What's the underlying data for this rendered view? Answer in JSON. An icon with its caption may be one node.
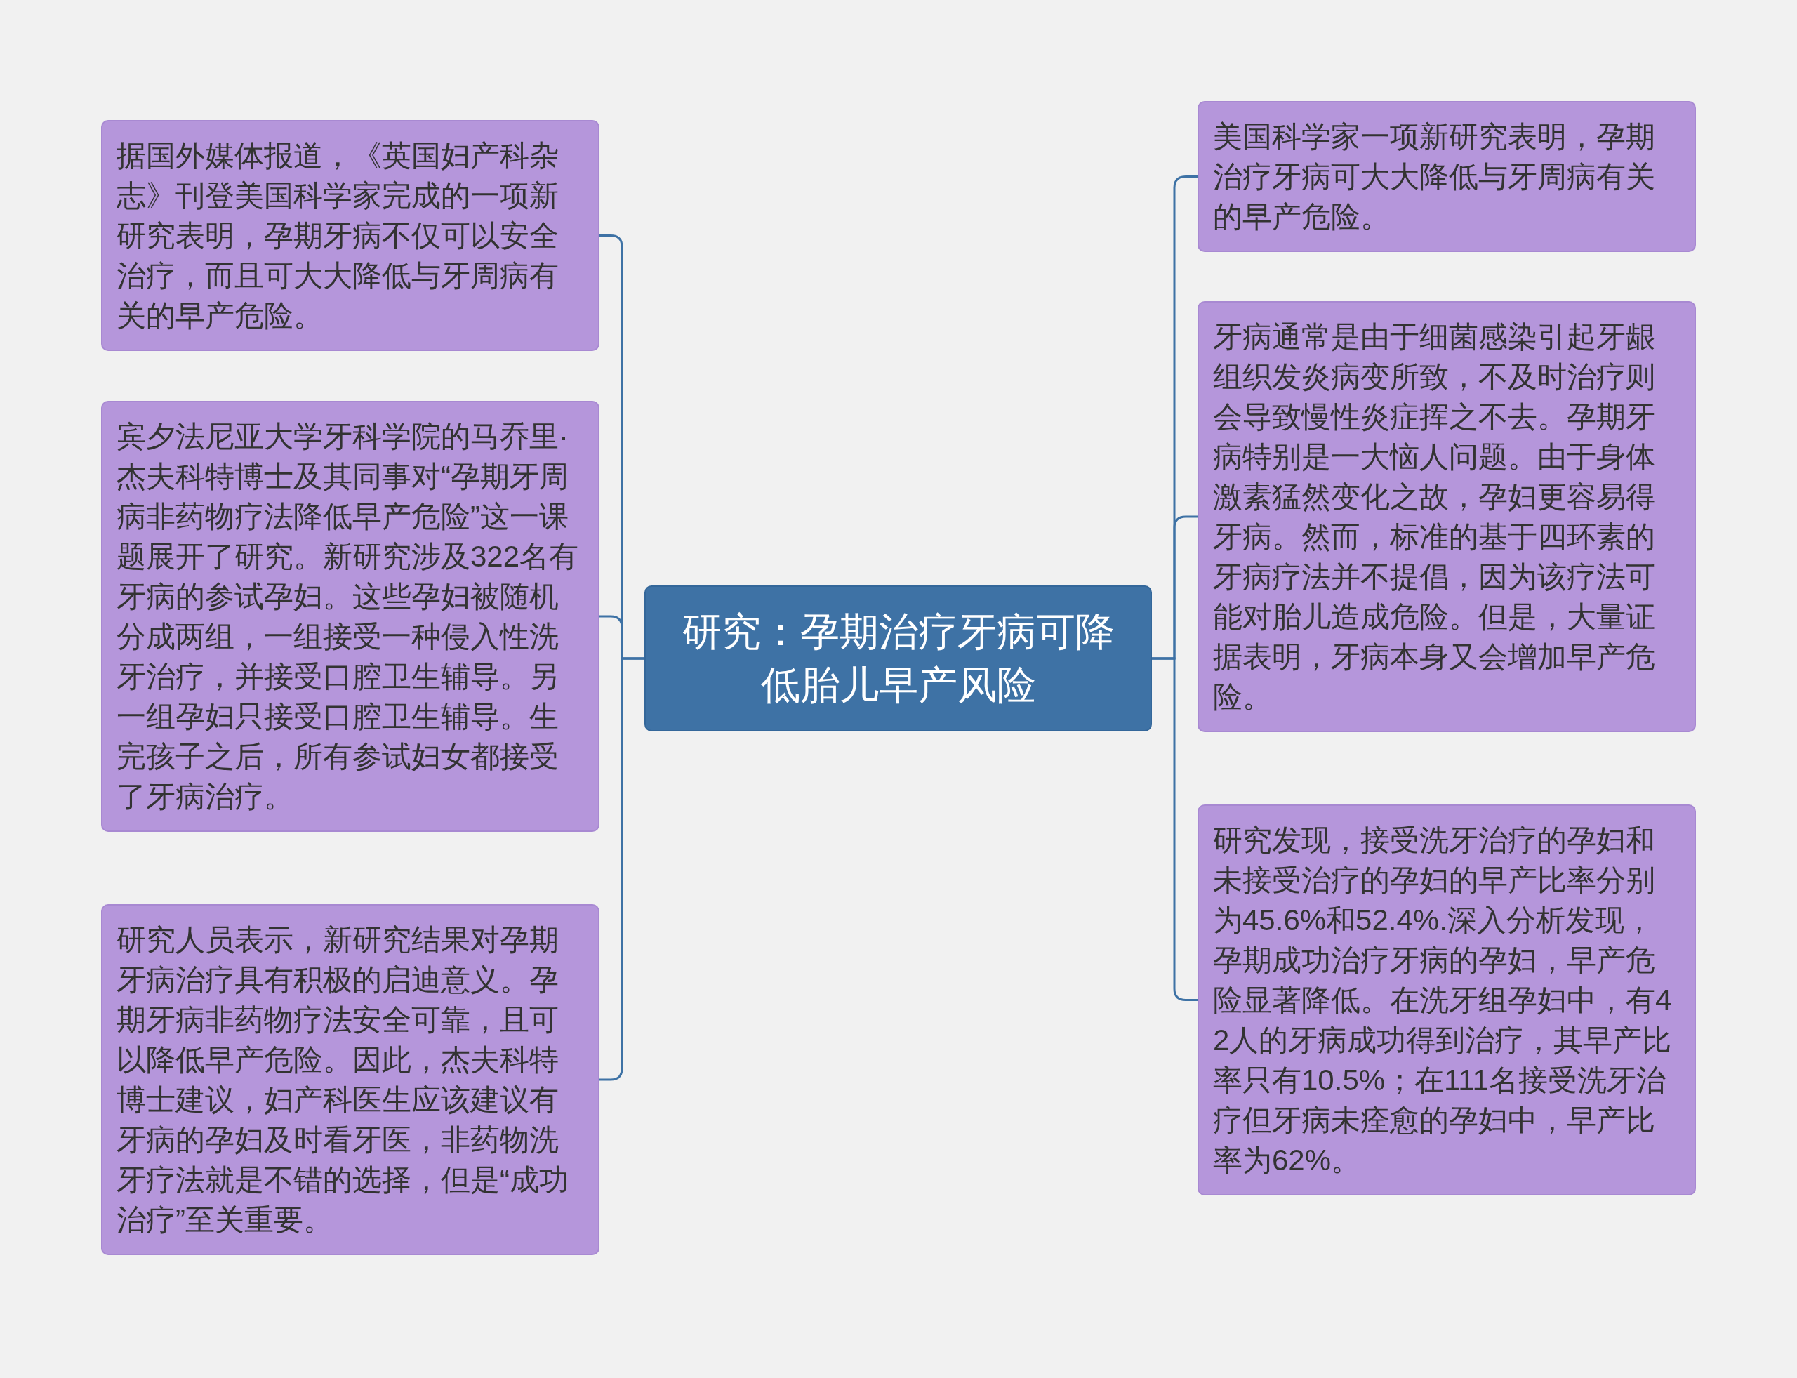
{
  "diagram": {
    "nodes": [
      {
        "text": [
          "研究：孕期治疗牙病可降低胎儿早产风险"
        ]
      },
      {
        "text": [
          "据国外媒体报道，《英国妇产科杂志》刊登美国科学家完成的一项新研究表明，孕期牙病不仅可以安全治疗，而且可大大降低与牙周病有关的早产危险。"
        ]
      },
      {
        "text": [
          "宾夕法尼亚大学牙科学院的马乔里·杰夫科特博士及其同事对“孕期牙周病非药物疗法降低早产危险”这一课题展开了研究。新研究涉及322名有牙病的参试孕妇。这些孕妇被随机分成两组，一组接受一种侵入性洗牙治疗，并接受口腔卫生辅导。另一组孕妇只接受口腔卫生辅导。生完孩子之后，所有参试妇女都接受了牙病治疗。"
        ]
      },
      {
        "text": [
          "研究人员表示，新研究结果对孕期牙病治疗具有积极的启迪意义。孕期牙病非药物疗法安全可靠，且可以降低早产危险。因此，杰夫科特博士建议，妇产科医生应该建议有牙病的孕妇及时看牙医，非药物洗牙疗法就是不错的选择，但是“成功治疗”至关重要。"
        ]
      },
      {
        "text": [
          "美国科学家一项新研究表明，孕期治疗牙病可大大降低与牙周病有关的早产危险。"
        ]
      },
      {
        "text": [
          "牙病通常是由于细菌感染引起牙龈组织发炎病变所致，不及时治疗则会导致慢性炎症挥之不去。孕期牙病特别是一大恼人问题。由于身体激素猛然变化之故，孕妇更容易得牙病。然而，标准的基于四环素的牙病疗法并不提倡，因为该疗法可能对胎儿造成危险。但是，大量证据表明，牙病本身又会增加早产危险。"
        ]
      },
      {
        "text": [
          "研究发现，接受洗牙治疗的孕妇和未接受治疗的孕妇的早产比率分别为45.6%和52.4%.深入分析发现，孕期成功治疗牙病的孕妇，早产危险显著降低。在洗牙组孕妇中，有42人的牙病成功得到治疗，其早产比率只有10.5%；在111名接受洗牙治疗但牙病未痊愈的孕妇中，早产比率为62%。"
        ]
      }
    ],
    "edges": [
      {
        "from": 0,
        "to": 1,
        "arrow": "none"
      },
      {
        "from": 0,
        "to": 2,
        "arrow": "none"
      },
      {
        "from": 0,
        "to": 3,
        "arrow": "none"
      },
      {
        "from": 0,
        "to": 4,
        "arrow": "none"
      },
      {
        "from": 0,
        "to": 5,
        "arrow": "none"
      },
      {
        "from": 0,
        "to": 6,
        "arrow": "none"
      }
    ]
  }
}
